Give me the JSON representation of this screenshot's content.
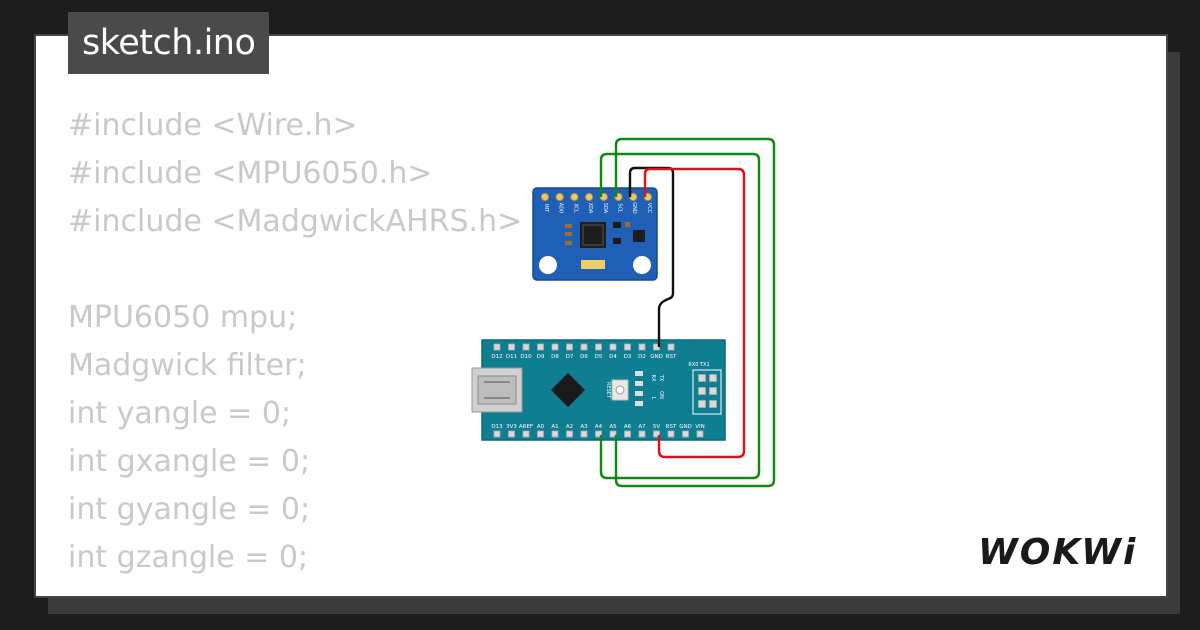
{
  "file_tab": {
    "label": "sketch.ino"
  },
  "code": {
    "lines": [
      "#include <Wire.h>",
      "#include <MPU6050.h>",
      "#include <MadgwickAHRS.h>",
      "",
      "MPU6050 mpu;",
      "Madgwick filter;",
      "int yangle = 0;",
      "int gxangle = 0;",
      "int gyangle = 0;",
      "int gzangle = 0;"
    ]
  },
  "mpu6050": {
    "pin_labels": [
      "INT",
      "AD0",
      "XCL",
      "XDA",
      "SDA",
      "SCL",
      "GND",
      "VCC"
    ]
  },
  "arduino_nano": {
    "top_pins": [
      "D12",
      "D11",
      "D10",
      "D9",
      "D8",
      "D7",
      "D6",
      "D5",
      "D4",
      "D3",
      "D2",
      "GND",
      "RST"
    ],
    "bottom_pins": [
      "D13",
      "3V3",
      "AREF",
      "A0",
      "A1",
      "A2",
      "A3",
      "A4",
      "A5",
      "A6",
      "A7",
      "5V",
      "RST",
      "GND",
      "VIN"
    ],
    "header_label": "RX0 TX1",
    "reset_label": "RESET",
    "led_labels": [
      "TX",
      "RX",
      "ON",
      "L"
    ]
  },
  "wires": {
    "colors": {
      "data": "#118811",
      "ground": "#111111",
      "power": "#e01010"
    }
  },
  "brand": {
    "logo_text": "WOKWi"
  }
}
